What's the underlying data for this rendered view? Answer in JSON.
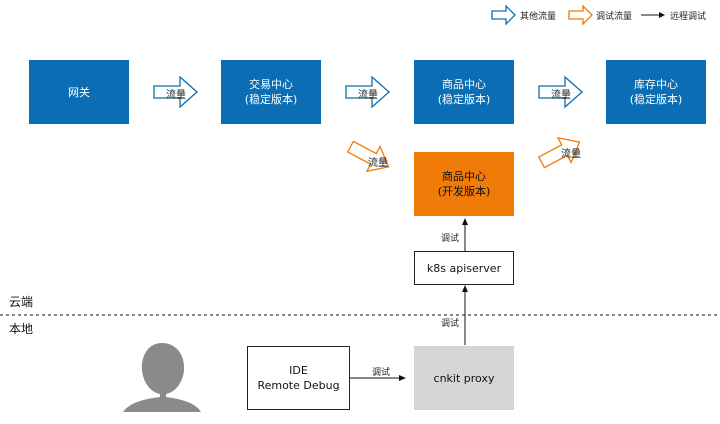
{
  "legend": {
    "other_traffic": "其他流量",
    "debug_traffic": "调试流量",
    "remote_debug": "远程调试"
  },
  "nodes": {
    "gateway": "网关",
    "trade_center": [
      "交易中心",
      "(稳定版本)"
    ],
    "product_center_stable": [
      "商品中心",
      "(稳定版本)"
    ],
    "inventory_center": [
      "库存中心",
      "(稳定版本)"
    ],
    "product_center_dev": [
      "商品中心",
      "(开发版本)"
    ],
    "apiserver": "k8s apiserver",
    "ide": [
      "IDE",
      "Remote Debug"
    ],
    "cnkit": "cnkit proxy"
  },
  "edges": {
    "traffic": "流量",
    "debug": "调试"
  },
  "regions": {
    "cloud": "云端",
    "local": "本地"
  },
  "colors": {
    "stable": "#0b6eb5",
    "dev": "#f07b08",
    "local_proxy": "#d5d5d5"
  }
}
